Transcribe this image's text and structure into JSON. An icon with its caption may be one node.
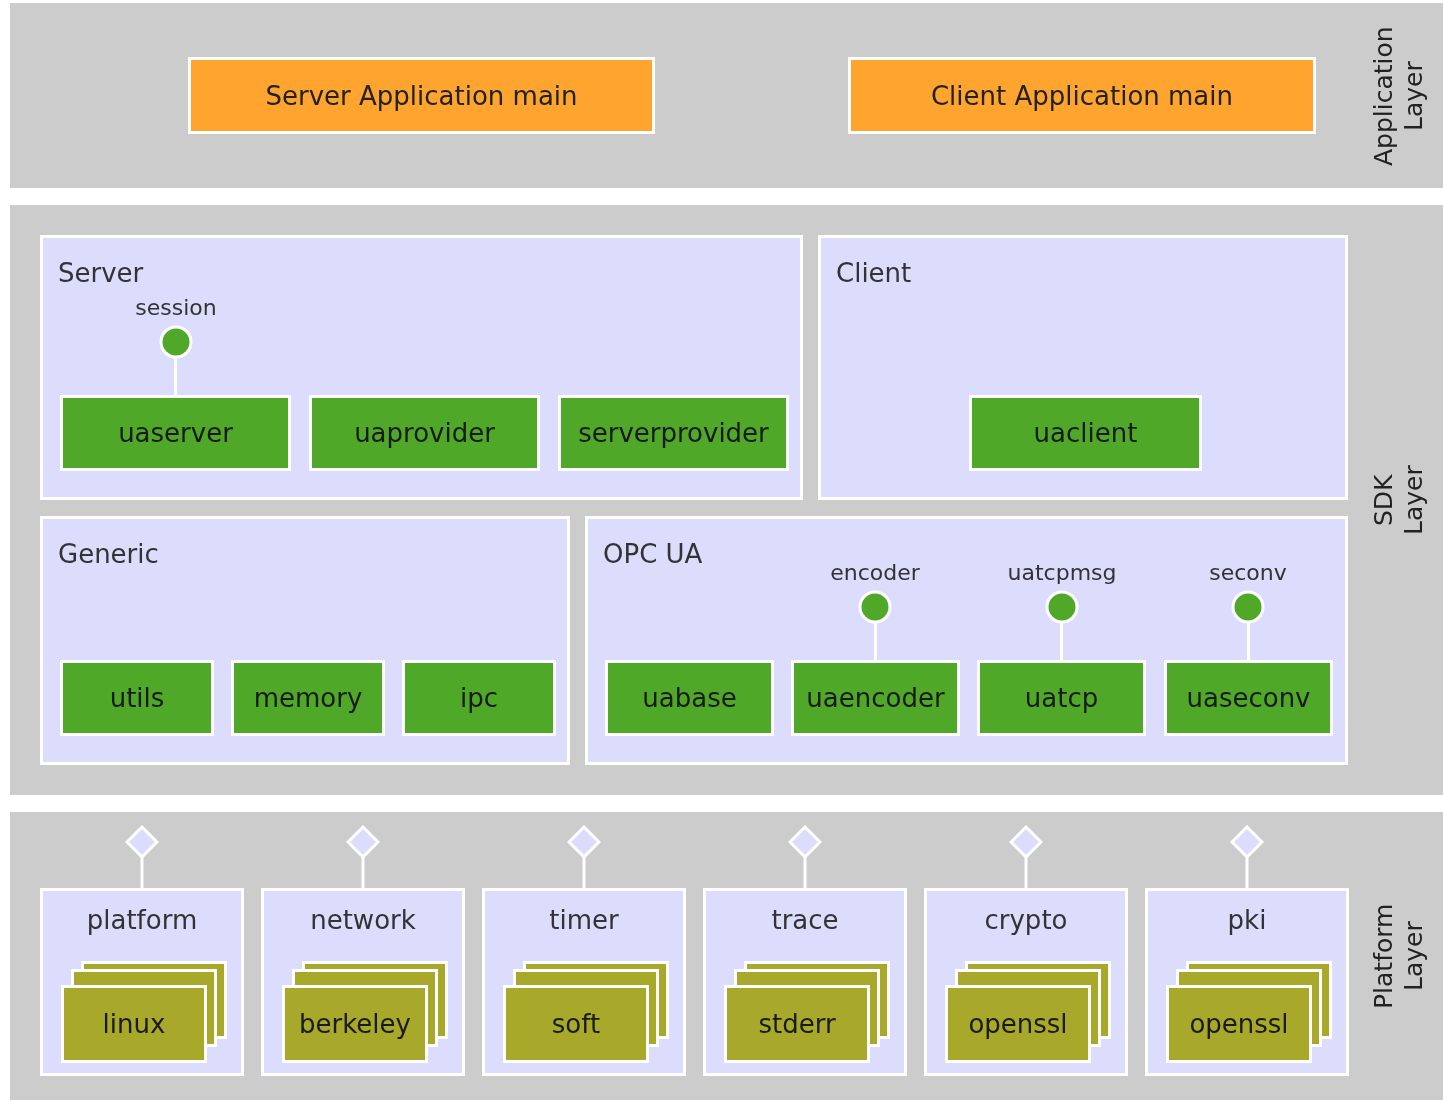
{
  "diagram": {
    "nodes": [
      {
        "text": [
          "Application Layer"
        ]
      },
      {
        "text": [
          "Server Application main"
        ],
        "in": 0
      },
      {
        "text": [
          "Client Application main"
        ],
        "in": 0
      },
      {
        "text": [
          "SDK Layer"
        ]
      },
      {
        "text": [
          "Server"
        ],
        "in": 3
      },
      {
        "text": [
          "session"
        ],
        "in": 4
      },
      {
        "text": [
          "uaserver"
        ],
        "in": 4
      },
      {
        "text": [
          "uaprovider"
        ],
        "in": 4
      },
      {
        "text": [
          "serverprovider"
        ],
        "in": 4
      },
      {
        "text": [
          "Client"
        ],
        "in": 3
      },
      {
        "text": [
          "uaclient"
        ],
        "in": 9
      },
      {
        "text": [
          "Generic"
        ],
        "in": 3
      },
      {
        "text": [
          "utils"
        ],
        "in": 11
      },
      {
        "text": [
          "memory"
        ],
        "in": 11
      },
      {
        "text": [
          "ipc"
        ],
        "in": 11
      },
      {
        "text": [
          "OPC UA"
        ],
        "in": 3
      },
      {
        "text": [
          "encoder"
        ],
        "in": 15
      },
      {
        "text": [
          "uatcpmsg"
        ],
        "in": 15
      },
      {
        "text": [
          "seconv"
        ],
        "in": 15
      },
      {
        "text": [
          "uabase"
        ],
        "in": 15
      },
      {
        "text": [
          "uaencoder"
        ],
        "in": 15
      },
      {
        "text": [
          "uatcp"
        ],
        "in": 15
      },
      {
        "text": [
          "uaseconv"
        ],
        "in": 15
      },
      {
        "text": [
          "Platform Layer"
        ]
      },
      {
        "text": [],
        "shape": "diamond",
        "in": 23
      },
      {
        "text": [
          "platform"
        ],
        "in": 23
      },
      {
        "text": [
          "linux"
        ],
        "in": 25
      },
      {
        "text": [],
        "shape": "diamond",
        "in": 23
      },
      {
        "text": [
          "network"
        ],
        "in": 23
      },
      {
        "text": [
          "berkeley"
        ],
        "in": 28
      },
      {
        "text": [],
        "shape": "diamond",
        "in": 23
      },
      {
        "text": [
          "timer"
        ],
        "in": 23
      },
      {
        "text": [
          "soft"
        ],
        "in": 31
      },
      {
        "text": [],
        "shape": "diamond",
        "in": 23
      },
      {
        "text": [
          "trace"
        ],
        "in": 23
      },
      {
        "text": [
          "stderr"
        ],
        "in": 34
      },
      {
        "text": [],
        "shape": "diamond",
        "in": 23
      },
      {
        "text": [
          "crypto"
        ],
        "in": 23
      },
      {
        "text": [
          "openssl"
        ],
        "in": 37
      },
      {
        "text": [],
        "shape": "diamond",
        "in": 23
      },
      {
        "text": [
          "pki"
        ],
        "in": 23
      },
      {
        "text": [
          "openssl"
        ],
        "in": 40
      }
    ],
    "edges": [
      {
        "from": 5,
        "to": 6,
        "arrow": "none"
      },
      {
        "from": 16,
        "to": 20,
        "arrow": "none"
      },
      {
        "from": 17,
        "to": 21,
        "arrow": "none"
      },
      {
        "from": 18,
        "to": 22,
        "arrow": "none"
      },
      {
        "from": 24,
        "to": 25,
        "arrow": "none"
      },
      {
        "from": 27,
        "to": 28,
        "arrow": "none"
      },
      {
        "from": 30,
        "to": 31,
        "arrow": "none"
      },
      {
        "from": 33,
        "to": 34,
        "arrow": "none"
      },
      {
        "from": 36,
        "to": 37,
        "arrow": "none"
      },
      {
        "from": 39,
        "to": 40,
        "arrow": "none"
      }
    ]
  }
}
